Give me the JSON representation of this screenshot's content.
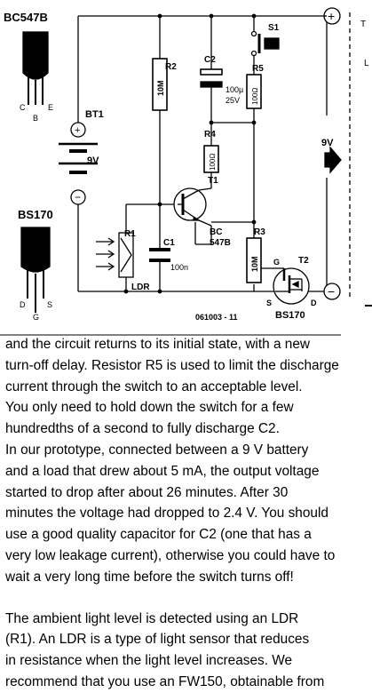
{
  "schematic": {
    "transistor_bc547b": {
      "title": "BC547B",
      "pins": [
        "C",
        "B",
        "E"
      ]
    },
    "transistor_bs170": {
      "title": "BS170",
      "pins": [
        "D",
        "G",
        "S"
      ]
    },
    "battery": {
      "ref": "BT1",
      "value": "9V",
      "plus": "+",
      "minus": "−"
    },
    "r1": {
      "ref": "R1",
      "type": "LDR"
    },
    "c1": {
      "ref": "C1",
      "value": "100n"
    },
    "r2": {
      "ref": "R2",
      "value": "10M"
    },
    "c2": {
      "ref": "C2",
      "value1": "100µ",
      "value2": "25V"
    },
    "r4": {
      "ref": "R4",
      "value": "100Ω"
    },
    "t1": {
      "ref": "T1",
      "type1": "BC",
      "type2": "547B"
    },
    "r3": {
      "ref": "R3",
      "value": "10M"
    },
    "t2": {
      "ref": "T2",
      "type": "BS170",
      "g": "G",
      "s": "S",
      "d": "D"
    },
    "s1": {
      "ref": "S1"
    },
    "r5": {
      "ref": "R5",
      "value": "100Ω"
    },
    "output": {
      "voltage": "9V",
      "plus": "+",
      "minus": "−"
    },
    "code": "061003 - 11"
  },
  "article": {
    "lines": [
      "and the circuit returns to its initial state, with a new",
      "turn-off delay. Resistor R5 is used to limit the discharge",
      "current through the switch to an acceptable level.",
      "You only need to hold down the switch for a few",
      "hundredths of a second to fully discharge C2.",
      "In our prototype, connected between a 9 V battery",
      "and a load that drew about 5 mA, the output voltage",
      "started to drop after about 26 minutes. After 30",
      "minutes the voltage had dropped to 2.4 V. You should",
      "use a good quality capacitor for C2 (one that has a",
      "very low leakage current), otherwise you could have to",
      "wait a very long time before the switch turns off!"
    ],
    "lines2": [
      "The ambient light level is detected using an LDR",
      "(R1). An LDR is a type of light sensor that reduces",
      "in resistance when the light level increases. We",
      "recommend that you use an FW150, obtainable from"
    ]
  }
}
